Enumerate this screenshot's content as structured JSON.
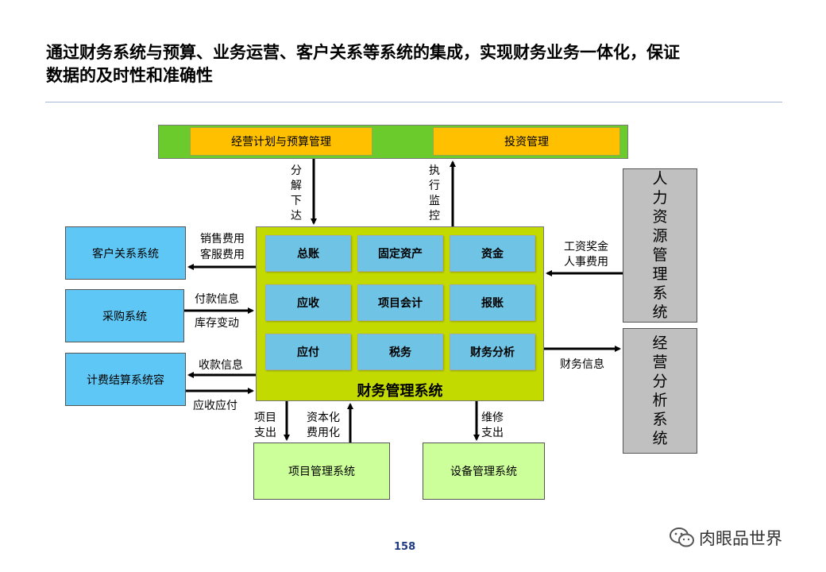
{
  "title": "通过财务系统与预算、业务运营、客户关系等系统的集成，实现财务业务一体化，保证数据的及时性和准确性",
  "top": {
    "budget": "经营计划与预算管理",
    "investment": "投资管理"
  },
  "core": {
    "title": "财务管理系统",
    "modules": [
      "总账",
      "固定资产",
      "资金",
      "应收",
      "项目会计",
      "报账",
      "应付",
      "税务",
      "财务分析"
    ]
  },
  "left": {
    "crm": "客户关系系统",
    "purchase": "采购系统",
    "billing": "计费结算系统容"
  },
  "right": {
    "hr": "人力资源管理系统",
    "analysis": "经营分析系统"
  },
  "bottom": {
    "project": "项目管理系统",
    "equipment": "设备管理系统"
  },
  "flows": {
    "decompose": "分解下达",
    "execute": "执行监控",
    "sales_cost": "销售费用",
    "service_cost": "客服费用",
    "payment_info": "付款信息",
    "inventory_change": "库存变动",
    "collection_info": "收款信息",
    "ar_ap": "应收应付",
    "salary": "工资奖金",
    "hr_cost": "人事费用",
    "finance_info": "财务信息",
    "project_line1": "项目",
    "project_line2": "支出",
    "capex_line1": "资本化",
    "capex_line2": "费用化",
    "maint_line1": "维修",
    "maint_line2": "支出"
  },
  "page_number": "158",
  "watermark": "肉眼品世界"
}
